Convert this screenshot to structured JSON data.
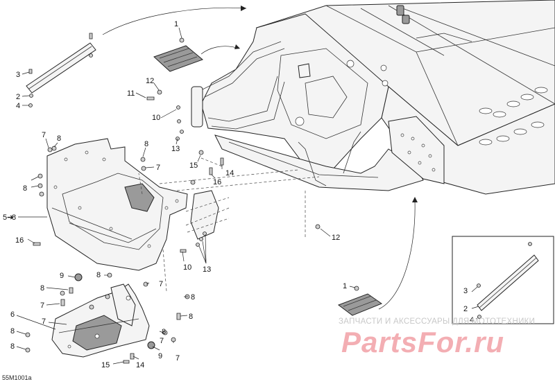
{
  "diagram_code": "55M1001a",
  "watermark": {
    "tagline": "ЗАПЧАСТИ И АКСЕССУАРЫ ДЛЯ МОТОТЕХНИКИ",
    "logo": "PartsFor.ru"
  },
  "callouts": [
    {
      "id": "c1a",
      "label": "1"
    },
    {
      "id": "c3a",
      "label": "3"
    },
    {
      "id": "c2a",
      "label": "2"
    },
    {
      "id": "c4a",
      "label": "4"
    },
    {
      "id": "c12a",
      "label": "12"
    },
    {
      "id": "c11",
      "label": "11"
    },
    {
      "id": "c10a",
      "label": "10"
    },
    {
      "id": "c13a",
      "label": "13"
    },
    {
      "id": "c15a",
      "label": "15"
    },
    {
      "id": "c14a",
      "label": "14"
    },
    {
      "id": "c16a",
      "label": "16"
    },
    {
      "id": "c7a",
      "label": "7"
    },
    {
      "id": "c8a",
      "label": "8"
    },
    {
      "id": "c8b",
      "label": "8"
    },
    {
      "id": "c7b",
      "label": "7"
    },
    {
      "id": "c8c",
      "label": "8"
    },
    {
      "id": "c5",
      "label": "5"
    },
    {
      "id": "c8d",
      "label": "8"
    },
    {
      "id": "c16b",
      "label": "16"
    },
    {
      "id": "c12b",
      "label": "12"
    },
    {
      "id": "c10b",
      "label": "10"
    },
    {
      "id": "c13b",
      "label": "13"
    },
    {
      "id": "c9a",
      "label": "9"
    },
    {
      "id": "c8e",
      "label": "8"
    },
    {
      "id": "c7c",
      "label": "7"
    },
    {
      "id": "c8f",
      "label": "8"
    },
    {
      "id": "c7d",
      "label": "7"
    },
    {
      "id": "c8g",
      "label": "8"
    },
    {
      "id": "c6",
      "label": "6"
    },
    {
      "id": "c7e",
      "label": "7"
    },
    {
      "id": "c8h",
      "label": "8"
    },
    {
      "id": "c8i",
      "label": "8"
    },
    {
      "id": "c8j",
      "label": "8"
    },
    {
      "id": "c8k",
      "label": "8"
    },
    {
      "id": "c7f",
      "label": "7"
    },
    {
      "id": "c7g",
      "label": "7"
    },
    {
      "id": "c9b",
      "label": "9"
    },
    {
      "id": "c15b",
      "label": "15"
    },
    {
      "id": "c14b",
      "label": "14"
    },
    {
      "id": "c1b",
      "label": "1"
    },
    {
      "id": "c3b",
      "label": "3"
    },
    {
      "id": "c2b",
      "label": "2"
    },
    {
      "id": "c4b",
      "label": "4"
    }
  ]
}
